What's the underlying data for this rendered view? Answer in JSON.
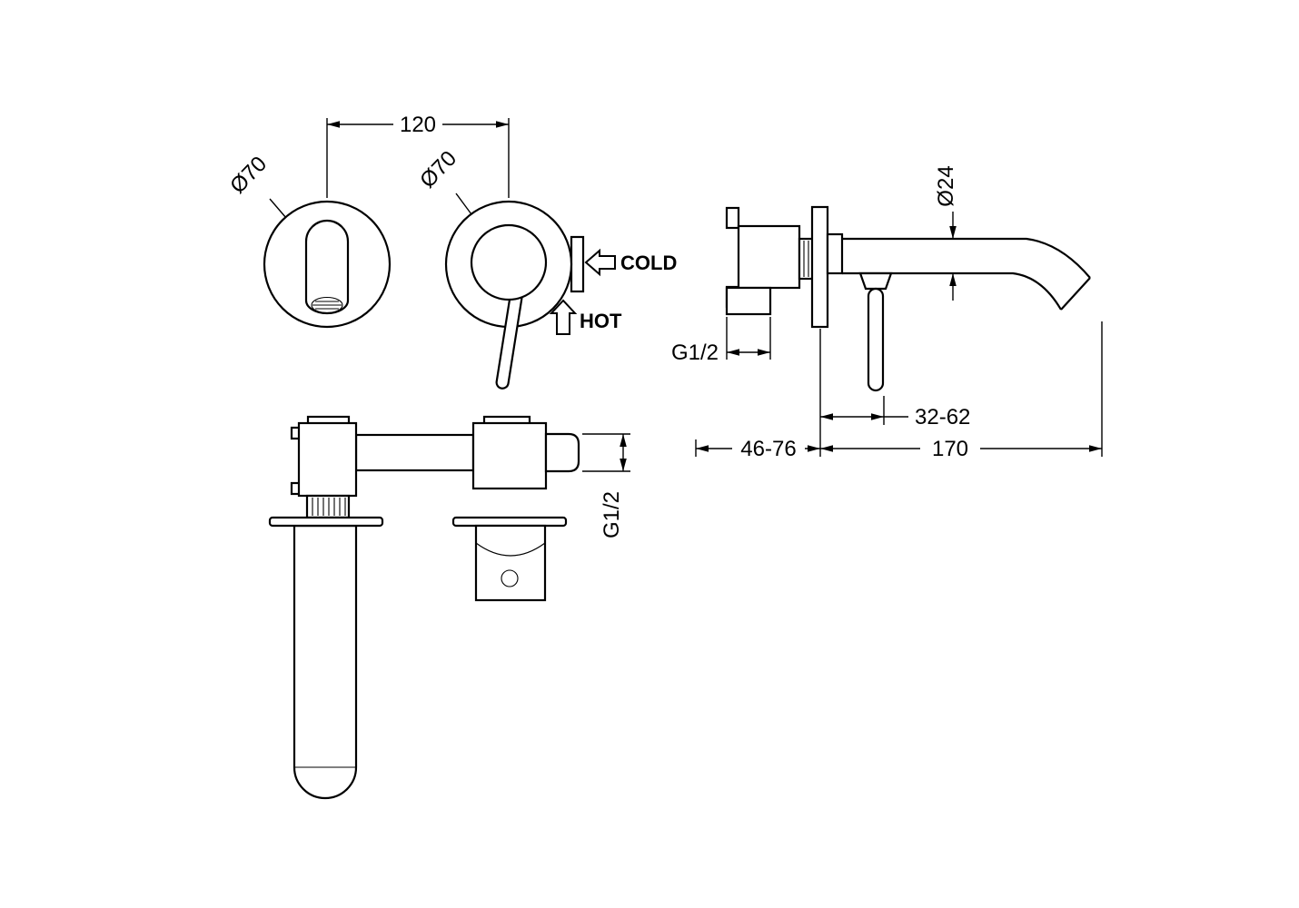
{
  "labels": {
    "front": {
      "dim_width": "120",
      "dia_left": "Ø70",
      "dia_right": "Ø70",
      "cold": "COLD",
      "hot": "HOT"
    },
    "bottom": {
      "thread": "G1/2"
    },
    "side": {
      "spout_dia": "Ø24",
      "thread": "G1/2",
      "handle_range": "32-62",
      "depth_range": "46-76",
      "spout_reach": "170"
    }
  },
  "colors": {
    "line": "#000000",
    "background": "#ffffff"
  }
}
